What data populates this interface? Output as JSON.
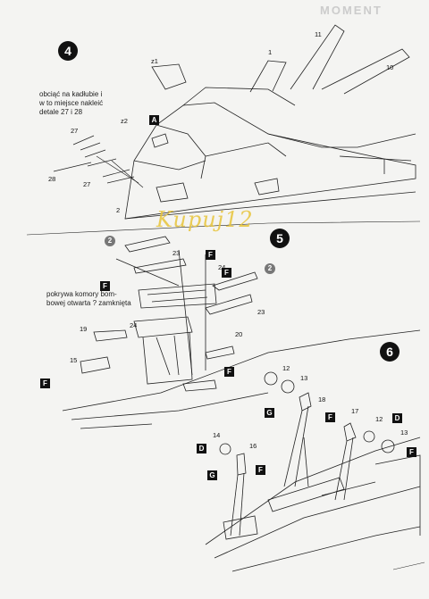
{
  "header_fragment": "MOMENT",
  "steps": {
    "s4": "4",
    "s5": "5",
    "s6": "6"
  },
  "notes": {
    "cut_note": [
      "obciąć na kadłubie i",
      "w to miejsce nakleić",
      "detale 27 i 28"
    ],
    "bay_note": [
      "pokrywa komory bom-",
      "bowej otwarta ? zamknięta"
    ]
  },
  "watermark": "Kupuj12",
  "letters": {
    "A": "A",
    "F": "F",
    "G": "G",
    "D": "D"
  },
  "paint_ref": "2",
  "part_numbers": {
    "p1": "1",
    "p11": "11",
    "p10": "10",
    "z1": "z1",
    "z2": "z2",
    "p27a": "27",
    "p28": "28",
    "p27b": "27",
    "p2": "2",
    "p23a": "23",
    "p24a": "24",
    "p23b": "23",
    "p24b": "24",
    "p19": "19",
    "p20": "20",
    "p15": "15",
    "p12a": "12",
    "p13a": "13",
    "p18": "18",
    "p17": "17",
    "p12b": "12",
    "p13b": "13",
    "p14": "14",
    "p16": "16"
  }
}
